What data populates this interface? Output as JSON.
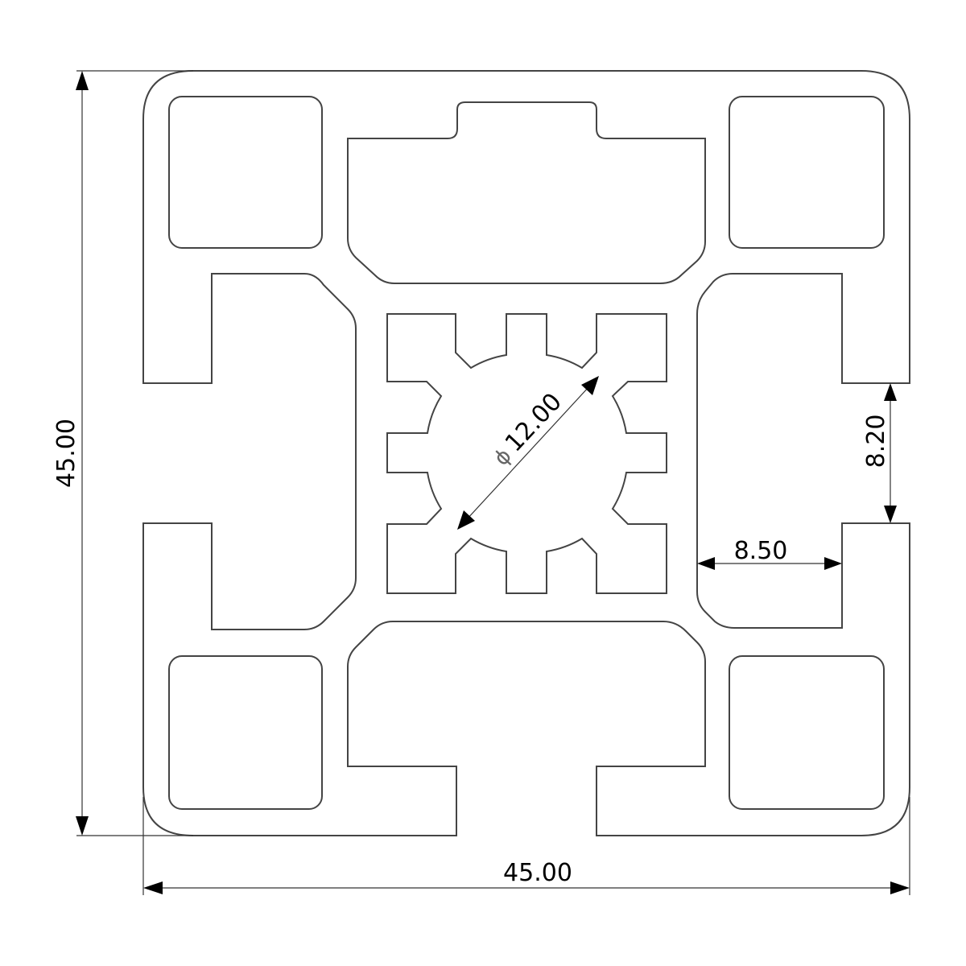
{
  "drawing": {
    "title": "45x45 aluminium profile cross-section",
    "dimensions": {
      "height": "45.00",
      "width": "45.00",
      "slot_opening": "8.20",
      "slot_depth": "8.50",
      "center_bore_symbol": "ϕ",
      "center_bore": "12.00"
    },
    "colors": {
      "line": "#444444",
      "background": "#ffffff"
    }
  }
}
